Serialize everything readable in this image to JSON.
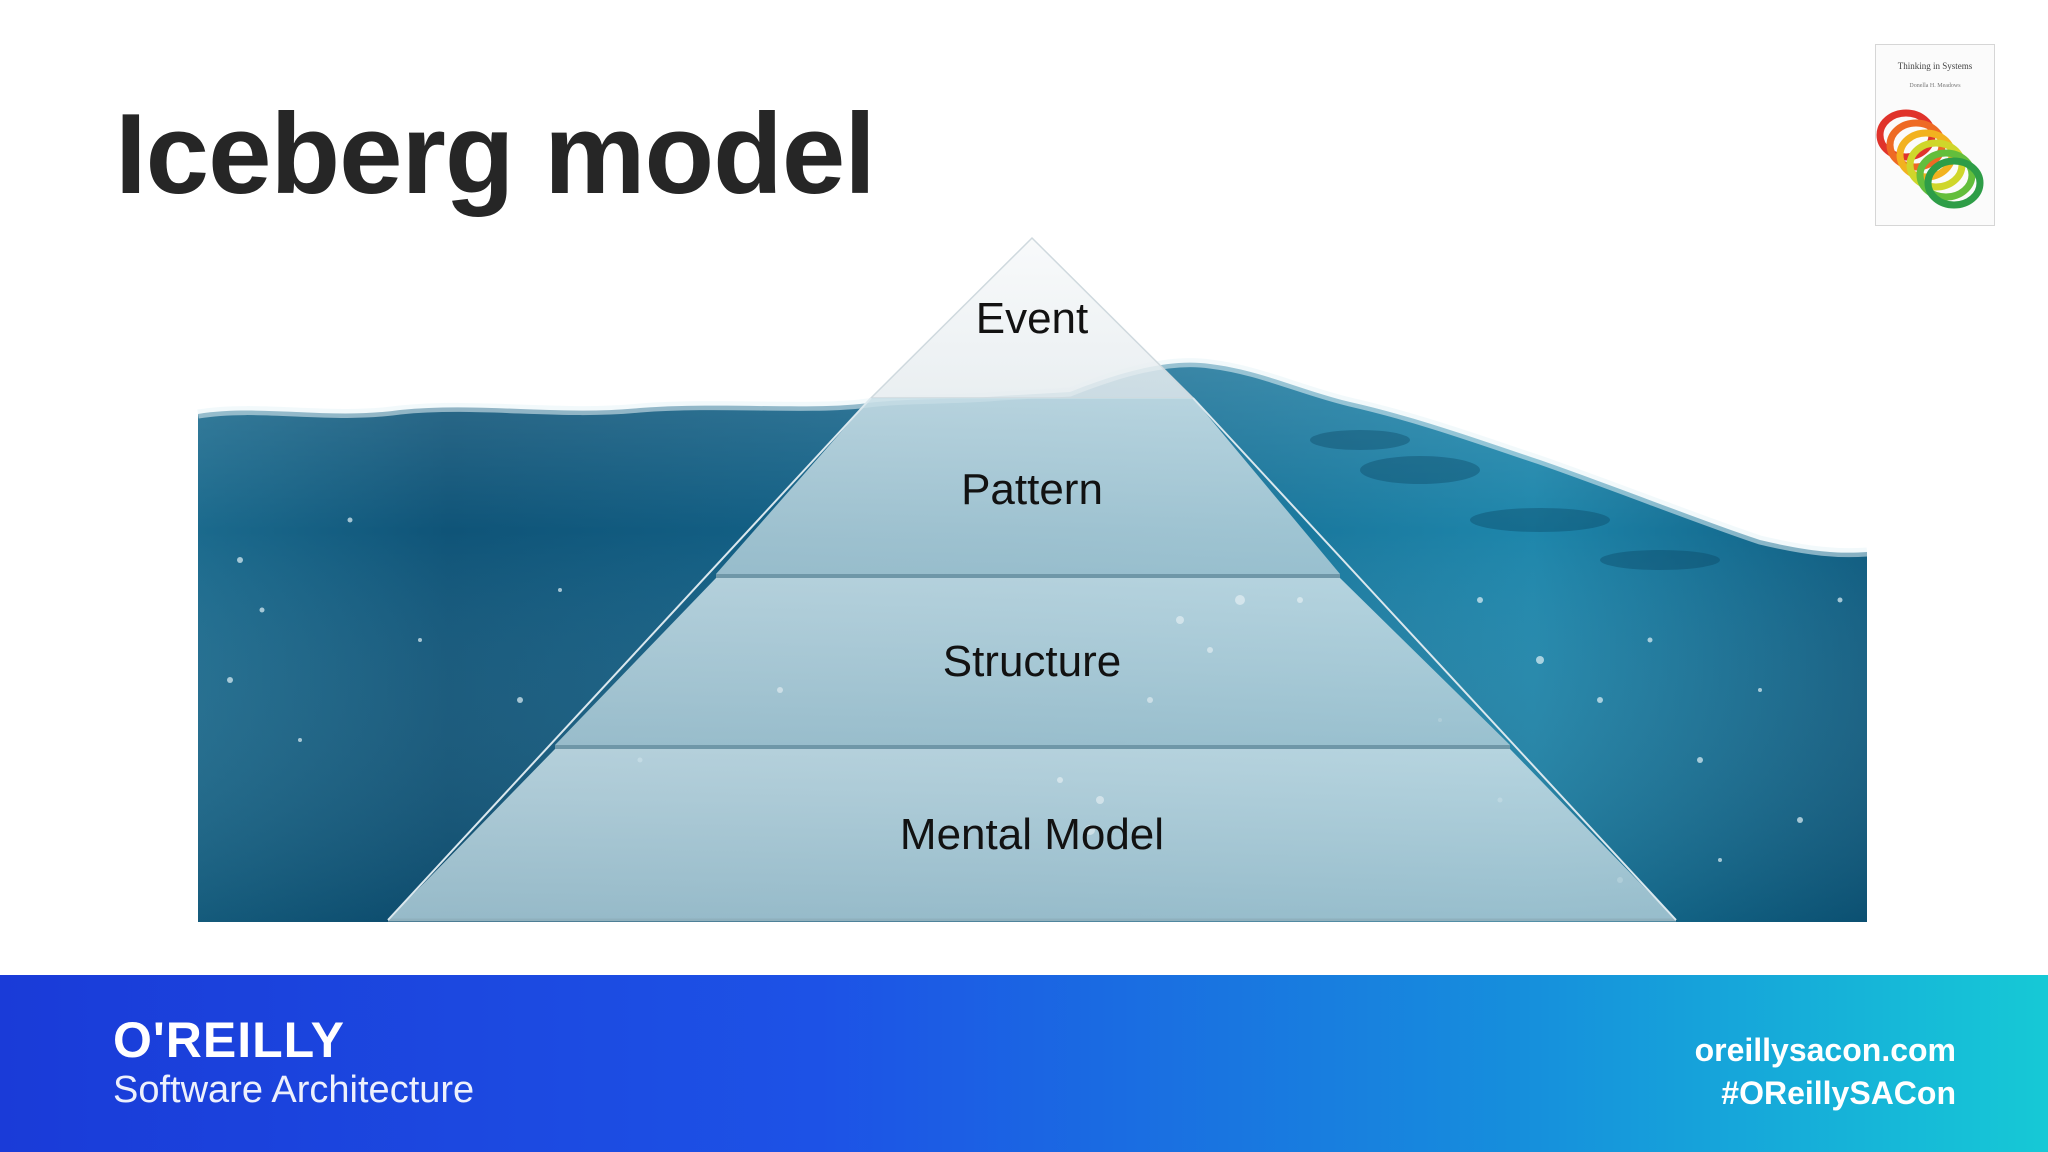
{
  "slide": {
    "title": "Iceberg model"
  },
  "book": {
    "title": "Thinking in Systems",
    "author": "Donella H. Meadows"
  },
  "iceberg": {
    "layers": [
      {
        "label": "Event"
      },
      {
        "label": "Pattern"
      },
      {
        "label": "Structure"
      },
      {
        "label": "Mental Model"
      }
    ],
    "colors": {
      "water_dark": "#0e4f70",
      "water_mid": "#1f7fa4",
      "ice": "#b9d5df"
    }
  },
  "footer": {
    "brand": "O'REILLY",
    "subtitle": "Software Architecture",
    "website": "oreillysacon.com",
    "hashtag": "#OReillySACon",
    "colors": {
      "start": "#1a3bd8",
      "end": "#16c9d6"
    }
  }
}
